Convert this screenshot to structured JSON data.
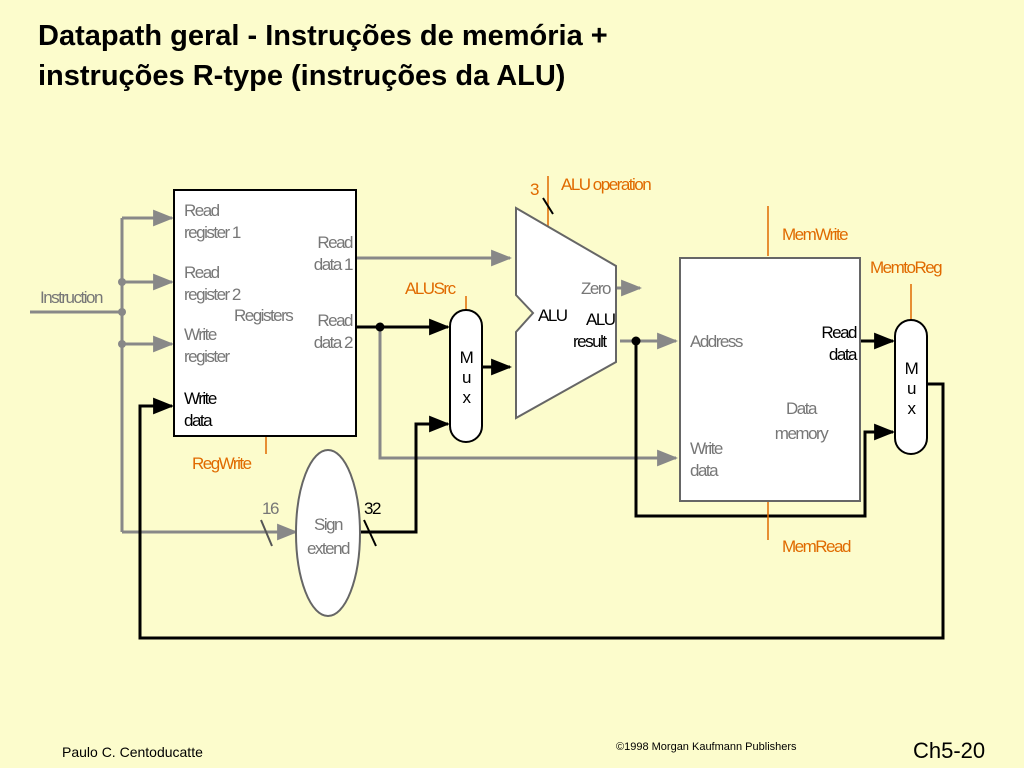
{
  "title": {
    "line1": "Datapath geral - Instruções de memória +",
    "line2": "instruções R-type (instruções da ALU)"
  },
  "diagram": {
    "registers": {
      "read_reg1_a": "Read",
      "read_reg1_b": "register 1",
      "read_reg2_a": "Read",
      "read_reg2_b": "register 2",
      "write_reg_a": "Write",
      "write_reg_b": "register",
      "write_data_a": "Write",
      "write_data_b": "data",
      "name": "Registers",
      "read_data1_a": "Read",
      "read_data1_b": "data 1",
      "read_data2_a": "Read",
      "read_data2_b": "data 2"
    },
    "instruction": "Instruction",
    "alu": {
      "name": "ALU",
      "zero": "Zero",
      "result_a": "ALU",
      "result_b": "result",
      "operation": "ALU operation",
      "bus_width": "3"
    },
    "mux1": {
      "m": "M",
      "u": "u",
      "x": "x"
    },
    "mux2": {
      "m": "M",
      "u": "u",
      "x": "x"
    },
    "sign_extend": {
      "a": "Sign",
      "b": "extend",
      "in_width": "16",
      "out_width": "32"
    },
    "data_memory": {
      "address": "Address",
      "read_data_a": "Read",
      "read_data_b": "data",
      "write_data_a": "Write",
      "write_data_b": "data",
      "name_a": "Data",
      "name_b": "memory"
    },
    "controls": {
      "alusrc": "ALUSrc",
      "regwrite": "RegWrite",
      "memwrite": "MemWrite",
      "memread": "MemRead",
      "memtoreg": "MemtoReg"
    }
  },
  "footer": {
    "author": "Paulo C. Centoducatte",
    "copyright": "©1998 Morgan Kaufmann Publishers",
    "slide": "Ch5-20"
  },
  "colors": {
    "background": "#fcfccc",
    "control": "#e06a00",
    "wire_gray": "#888888"
  }
}
